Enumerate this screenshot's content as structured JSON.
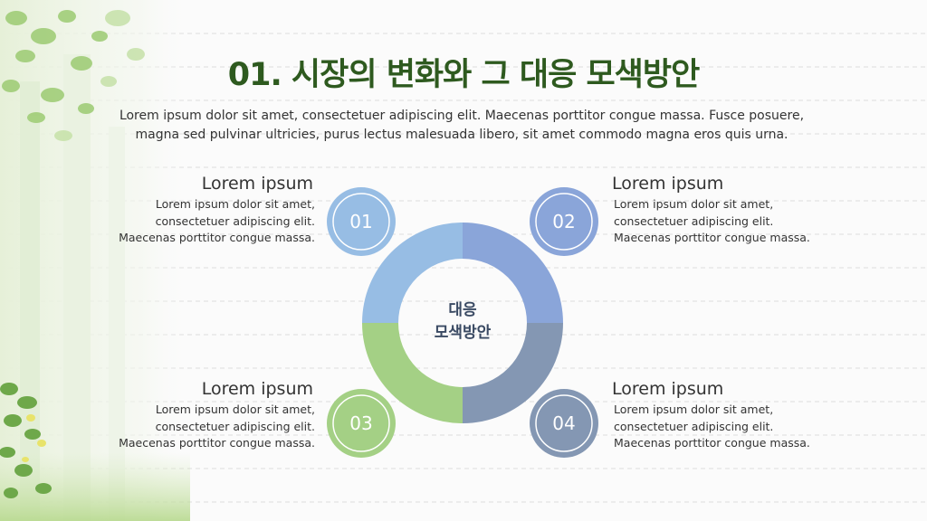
{
  "title": "01. 시장의 변화와 그 대응 모색방안",
  "subtitle": [
    "Lorem ipsum dolor sit amet, consectetuer adipiscing elit. Maecenas porttitor congue massa. Fusce posuere,",
    "magna sed pulvinar ultricies, purus lectus malesuada libero, sit amet commodo magna eros quis urna."
  ],
  "center_label": [
    "대응",
    "모색방안"
  ],
  "items": [
    {
      "number": "01",
      "heading": "Lorem ipsum",
      "body": [
        "Lorem ipsum dolor sit amet,",
        "consectetuer adipiscing elit.",
        "Maecenas porttitor congue massa."
      ],
      "color": "#97bde4"
    },
    {
      "number": "02",
      "heading": "Lorem ipsum",
      "body": [
        "Lorem ipsum dolor sit amet,",
        "consectetuer adipiscing elit.",
        "Maecenas porttitor congue massa."
      ],
      "color": "#8aa5d9"
    },
    {
      "number": "03",
      "heading": "Lorem ipsum",
      "body": [
        "Lorem ipsum dolor sit amet,",
        "consectetuer adipiscing elit.",
        "Maecenas porttitor congue massa."
      ],
      "color": "#a4d085"
    },
    {
      "number": "04",
      "heading": "Lorem ipsum",
      "body": [
        "Lorem ipsum dolor sit amet,",
        "consectetuer adipiscing elit.",
        "Maecenas porttitor congue massa."
      ],
      "color": "#8497b3"
    }
  ]
}
